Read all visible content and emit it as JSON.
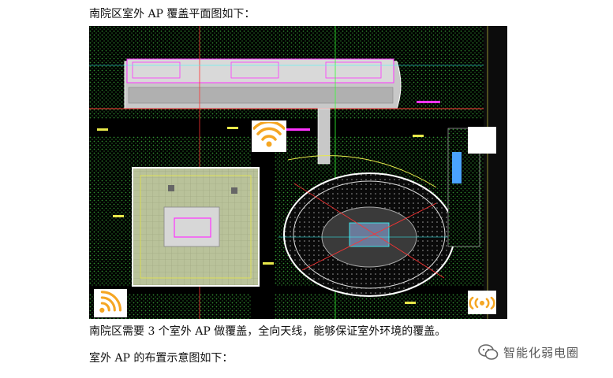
{
  "doc": {
    "heading": "南院区室外 AP 覆盖平面图如下：",
    "description": "南院区需要 3 个室外 AP 做覆盖，全向天线，能够保证室外环境的覆盖。",
    "subheading": "室外 AP 的布置示意图如下："
  },
  "watermark": {
    "text": "智能化弱电圈",
    "icon": "wechat-icon"
  },
  "floor_plan": {
    "ap_markers": [
      {
        "name": "ap-marker-north",
        "icon": "wifi-icon",
        "color": "#f5a623"
      },
      {
        "name": "ap-marker-southwest",
        "icon": "wifi-icon",
        "color": "#f5a623"
      },
      {
        "name": "ap-marker-southeast",
        "icon": "wifi-icon",
        "color": "#f5a623"
      }
    ],
    "colors": {
      "background": "#000000",
      "hatch": "#2e8b2e",
      "building": "#c8c8c8",
      "magenta": "#ff33ff",
      "cyan": "#33ffff",
      "red": "#ff3333",
      "yellow": "#e8e84a",
      "ap_orange": "#f5a623"
    }
  }
}
